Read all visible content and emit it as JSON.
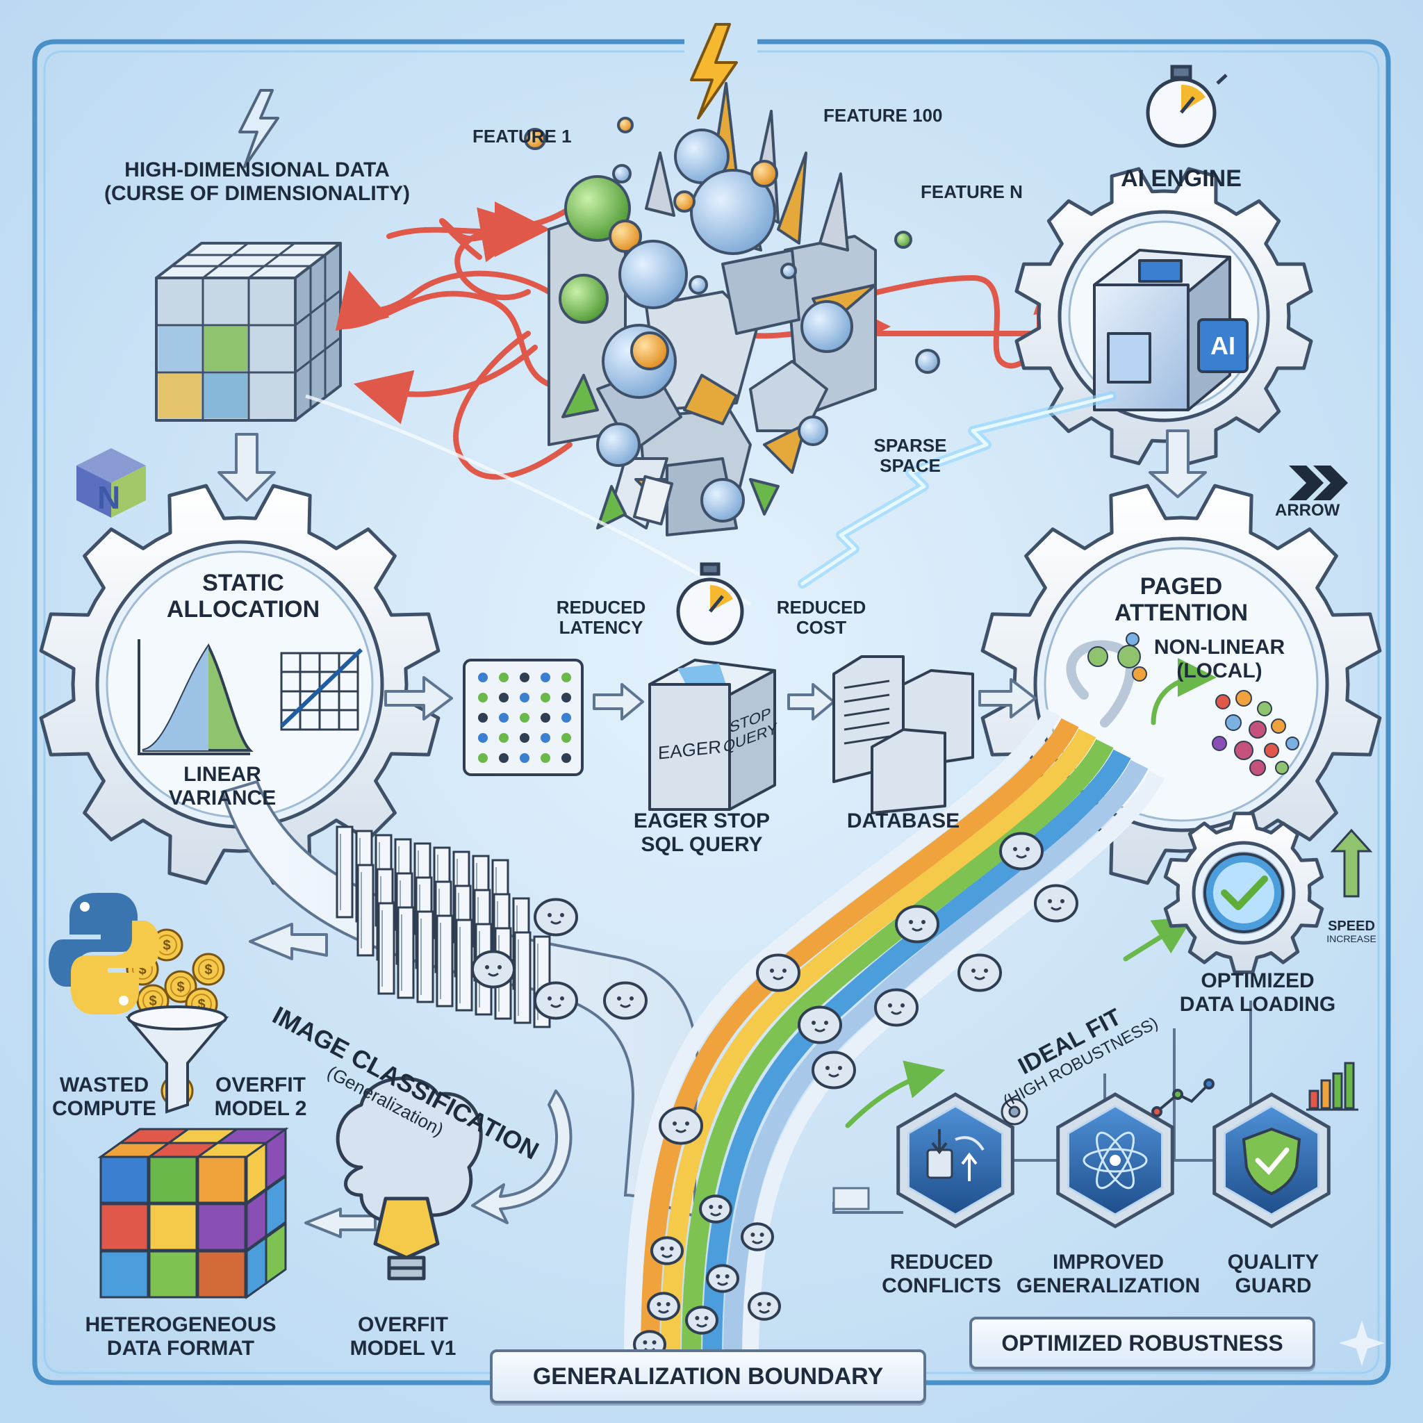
{
  "header": {
    "high_dim_line1": "HIGH-DIMENSIONAL DATA",
    "high_dim_line2": "(CURSE OF DIMENSIONALITY)",
    "ai_engine": "AI ENGINE",
    "ai_chip_text": "AI"
  },
  "features": {
    "f1": "FEATURE 1",
    "f100": "FEATURE 100",
    "fn": "FEATURE N",
    "sparse_line1": "SPARSE",
    "sparse_line2": "SPACE"
  },
  "left_gear": {
    "title_line1": "STATIC",
    "title_line2": "ALLOCATION",
    "sub_line1": "LINEAR",
    "sub_line2": "VARIANCE"
  },
  "center": {
    "reduced_latency_line1": "REDUCED",
    "reduced_latency_line2": "LATENCY",
    "reduced_cost_line1": "REDUCED",
    "reduced_cost_line2": "COST",
    "box_left": "EAGER",
    "box_right_line1": "STOP",
    "box_right_line2": "QUERY",
    "eager_line1": "EAGER STOP",
    "eager_line2": "SQL QUERY",
    "database": "DATABASE"
  },
  "right_gear": {
    "title_line1": "PAGED",
    "title_line2": "ATTENTION",
    "sub_line1": "NON-LINEAR",
    "sub_line2": "(LOCAL)",
    "arrow_label": "ARROW"
  },
  "speed": {
    "line1": "SPEED",
    "line2": "INCREASE"
  },
  "optimized": {
    "line1": "OPTIMIZED",
    "line2": "DATA LOADING"
  },
  "paths": {
    "left_line1": "IMAGE CLASSIFICATION",
    "left_line2": "(Generalization)",
    "right_line1": "IDEAL FIT",
    "right_line2": "(HIGH ROBUSTNESS)"
  },
  "bottom_left": {
    "wasted_line1": "WASTED",
    "wasted_line2": "COMPUTE",
    "overfit2_line1": "OVERFIT",
    "overfit2_line2": "MODEL 2",
    "hetero_line1": "HETEROGENEOUS",
    "hetero_line2": "DATA FORMAT",
    "overfit1_line1": "OVERFIT",
    "overfit1_line2": "MODEL V1",
    "coin_symbol": "$"
  },
  "hexes": {
    "h1_line1": "REDUCED",
    "h1_line2": "CONFLICTS",
    "h2_line1": "IMPROVED",
    "h2_line2": "GENERALIZATION",
    "h3_line1": "QUALITY",
    "h3_line2": "GUARD"
  },
  "banners": {
    "boundary": "GENERALIZATION BOUNDARY",
    "robustness": "OPTIMIZED ROBUSTNESS"
  },
  "colors": {
    "background": "#c9e2f6",
    "frame": "#4a90c8",
    "ink": "#1e2b3c",
    "red_arrow": "#e0584a",
    "lightning": "#f5b82e",
    "green": "#6bb84a",
    "orange": "#f0a23c",
    "blue_accent": "#3a7fd0"
  },
  "icons": [
    "lightning-icon",
    "stopwatch-icon",
    "gear-icon",
    "cube-icon",
    "ai-chip-icon",
    "python-logo-icon",
    "funnel-icon",
    "coin-icon",
    "brain-icon",
    "lightbulb-icon",
    "checkmark-icon",
    "shield-icon",
    "atom-icon",
    "database-icon",
    "bar-chart-icon",
    "double-chevron-icon"
  ]
}
